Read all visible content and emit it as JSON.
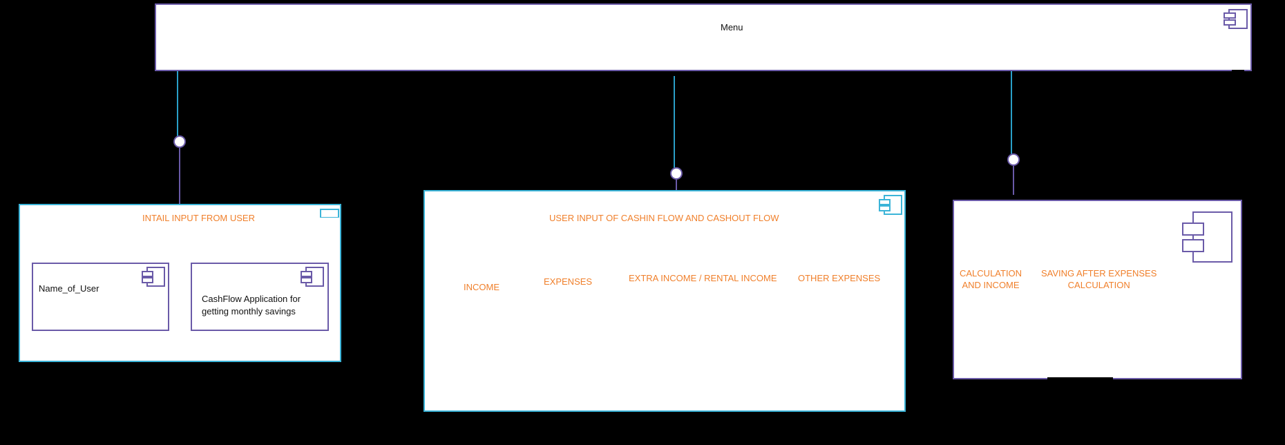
{
  "menu": {
    "title": "Menu"
  },
  "left_panel": {
    "title": "INTAIL INPUT FROM USER",
    "components": [
      {
        "label": "Name_of_User"
      },
      {
        "label_line1": "CashFlow Application for",
        "label_line2": "getting monthly savings"
      }
    ]
  },
  "middle_panel": {
    "title": "USER INPUT OF CASHIN FLOW AND CASHOUT FLOW",
    "labels": [
      "INCOME",
      "EXPENSES",
      "EXTRA INCOME / RENTAL INCOME",
      "OTHER EXPENSES"
    ]
  },
  "right_panel": {
    "label1_line1": "CALCULATION",
    "label1_line2": "AND INCOME",
    "label2_line1": "SAVING AFTER EXPENSES",
    "label2_line2": "CALCULATION"
  },
  "colors": {
    "background": "#000000",
    "box_fill": "#ffffff",
    "purple_border": "#6a5aa8",
    "blue_border": "#3bb4d8",
    "connector": "#2aa0c8",
    "label_orange": "#f07f2a"
  },
  "icons": [
    "component-icon"
  ]
}
